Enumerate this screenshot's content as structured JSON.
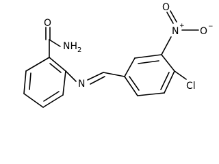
{
  "molecule": {
    "atoms": {
      "oxygen_amide": "O",
      "amine": "NH",
      "amine_sub": "2",
      "imine_n": "N",
      "nitro_n": "N",
      "nitro_n_charge": "+",
      "nitro_o_top": "O",
      "nitro_o_right": "O",
      "nitro_o_charge": "−",
      "chlorine": "Cl"
    },
    "colors": {
      "bond": "#000000",
      "label": "#000000",
      "background": "#ffffff"
    }
  }
}
